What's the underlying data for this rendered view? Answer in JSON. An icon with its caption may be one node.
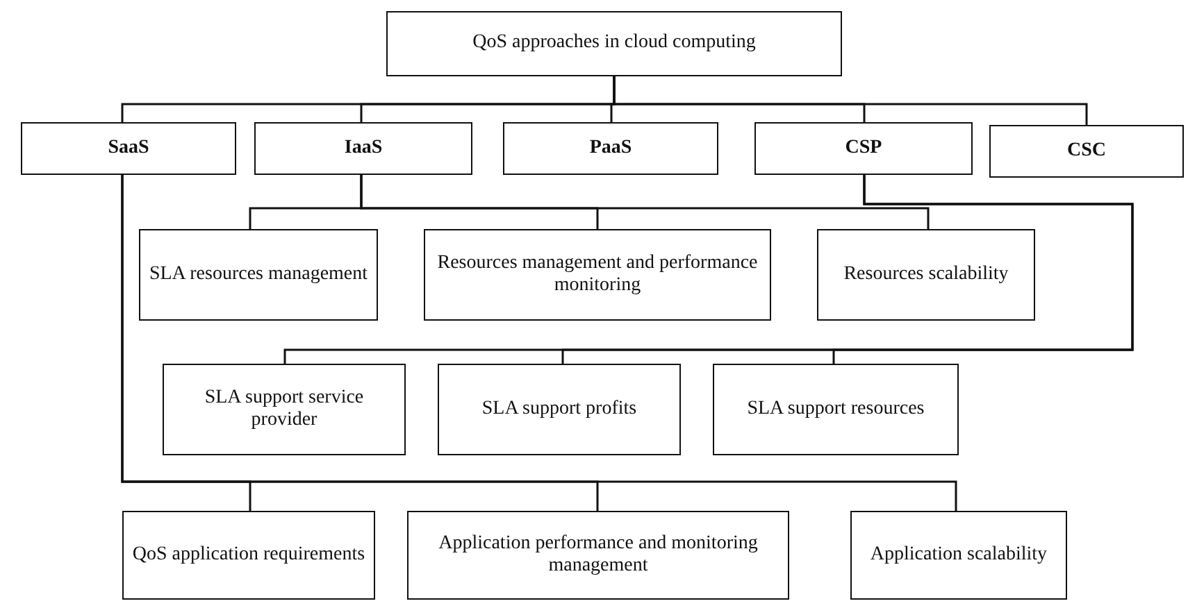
{
  "diagram": {
    "nodes": [
      {
        "text": [
          "QoS approaches in cloud computing"
        ]
      },
      {
        "text": [
          "SaaS"
        ]
      },
      {
        "text": [
          "IaaS"
        ]
      },
      {
        "text": [
          "PaaS"
        ]
      },
      {
        "text": [
          "CSP"
        ]
      },
      {
        "text": [
          "CSC"
        ]
      },
      {
        "text": [
          "SLA resources management"
        ]
      },
      {
        "text": [
          "Resources management and performance monitoring"
        ]
      },
      {
        "text": [
          "Resources scalability"
        ]
      },
      {
        "text": [
          "SLA support service provider"
        ]
      },
      {
        "text": [
          "SLA support profits"
        ]
      },
      {
        "text": [
          "SLA support resources"
        ]
      },
      {
        "text": [
          "QoS application requirements"
        ]
      },
      {
        "text": [
          "Application performance and monitoring management"
        ]
      },
      {
        "text": [
          "Application scalability"
        ]
      }
    ],
    "edges": [
      {
        "from": 0,
        "to": 1,
        "arrow": "none"
      },
      {
        "from": 0,
        "to": 2,
        "arrow": "none"
      },
      {
        "from": 0,
        "to": 3,
        "arrow": "none"
      },
      {
        "from": 0,
        "to": 4,
        "arrow": "none"
      },
      {
        "from": 0,
        "to": 5,
        "arrow": "none"
      },
      {
        "from": 2,
        "to": 6,
        "arrow": "none"
      },
      {
        "from": 2,
        "to": 7,
        "arrow": "none"
      },
      {
        "from": 2,
        "to": 8,
        "arrow": "none"
      },
      {
        "from": 4,
        "to": 9,
        "arrow": "none"
      },
      {
        "from": 4,
        "to": 10,
        "arrow": "none"
      },
      {
        "from": 4,
        "to": 11,
        "arrow": "none"
      },
      {
        "from": 1,
        "to": 12,
        "arrow": "none"
      },
      {
        "from": 1,
        "to": 13,
        "arrow": "none"
      },
      {
        "from": 1,
        "to": 14,
        "arrow": "none"
      }
    ]
  }
}
